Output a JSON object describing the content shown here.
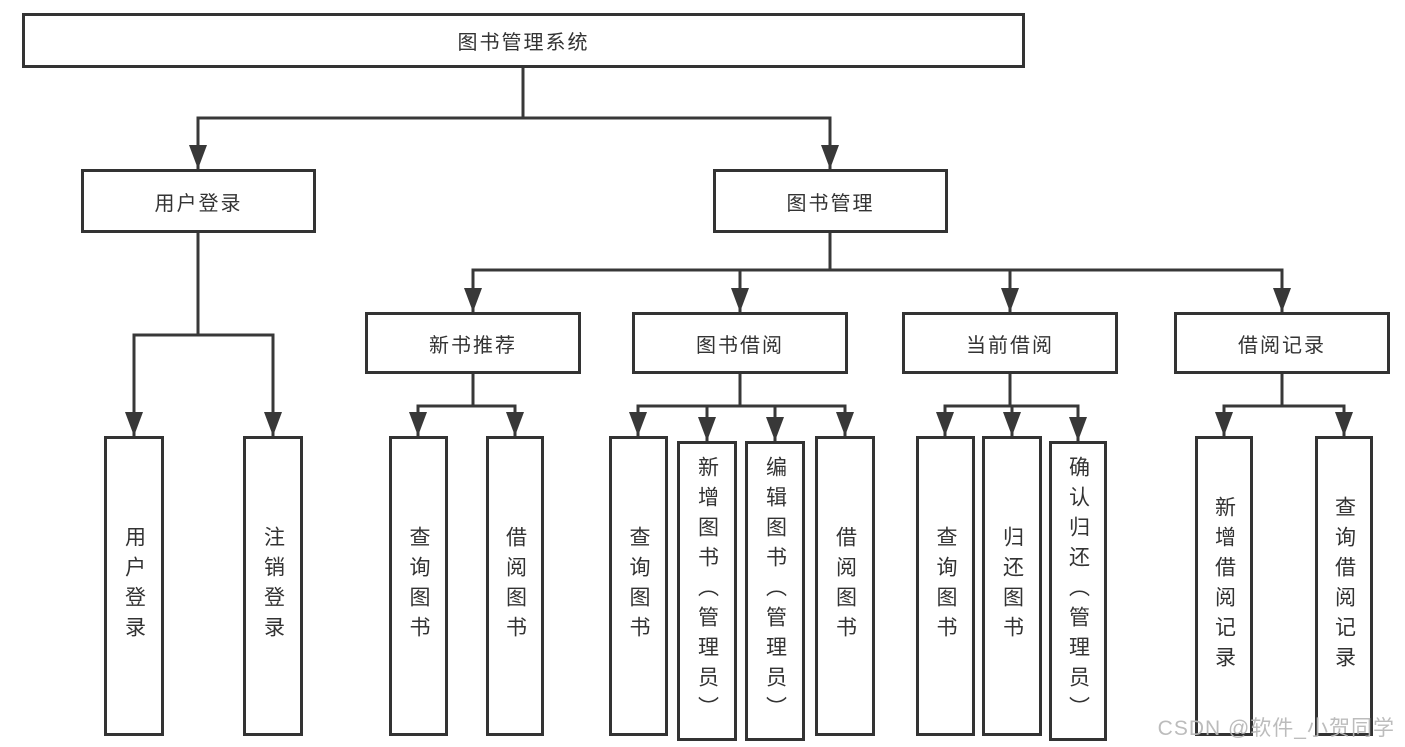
{
  "tree": {
    "root": {
      "label": "图书管理系统"
    },
    "branches": [
      {
        "label": "用户登录",
        "children": [
          {
            "label": "用户登录"
          },
          {
            "label": "注销登录"
          }
        ]
      },
      {
        "label": "图书管理",
        "children": [
          {
            "label": "新书推荐",
            "children": [
              {
                "label": "查询图书"
              },
              {
                "label": "借阅图书"
              }
            ]
          },
          {
            "label": "图书借阅",
            "children": [
              {
                "label": "查询图书"
              },
              {
                "label": "新增图书（管理员）"
              },
              {
                "label": "编辑图书（管理员）"
              },
              {
                "label": "借阅图书"
              }
            ]
          },
          {
            "label": "当前借阅",
            "children": [
              {
                "label": "查询图书"
              },
              {
                "label": "归还图书"
              },
              {
                "label": "确认归还（管理员）"
              }
            ]
          },
          {
            "label": "借阅记录",
            "children": [
              {
                "label": "新增借阅记录"
              },
              {
                "label": "查询借阅记录"
              }
            ]
          }
        ]
      }
    ]
  },
  "watermark": {
    "text": "CSDN @软件_小贺同学"
  },
  "colors": {
    "background": "#ffffff",
    "border": "#333333",
    "line": "#383838",
    "text": "#333333",
    "watermark": "#b8b8b8"
  }
}
